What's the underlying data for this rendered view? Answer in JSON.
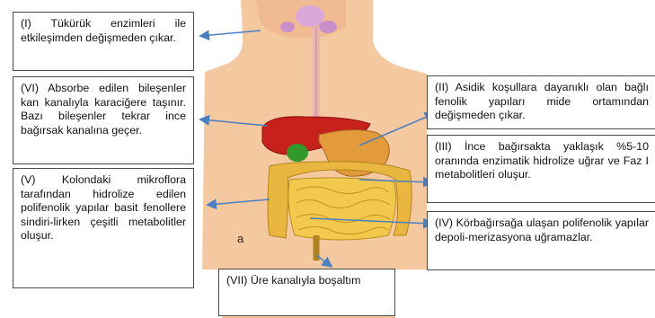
{
  "labels": {
    "i": "(I) Tükürük enzimleri ile etkileşimden değişmeden çıkar.",
    "vi": "(VI) Absorbe edilen bileşenler kan kanalıyla karaciğere taşınır. Bazı bileşenler tekrar ince bağırsak kanalına geçer.",
    "v": "(V) Kolondaki mikroflora tarafından hidrolize edilen polifenolik yapılar basit fenollere sindiri-lirken çeşitli metabolitler oluşur.",
    "ii": "(II) Asidik koşullara dayanıklı olan bağlı fenolik yapıları mide ortamından değişmeden çıkar.",
    "iii": "(III) İnce bağırsakta yaklaşık %5-10 oranında enzimatik hidrolize uğrar ve Faz I metabolitleri oluşur.",
    "iv": "(IV) Körbağırsağa ulaşan polifenolik yapılar depoli-merizasyona uğramazlar.",
    "vii": "(VII) Üre kanalıyla boşaltım",
    "letter": "a"
  },
  "colors": {
    "skin": "#f4c9a0",
    "liver": "#c8201b",
    "gallbladder": "#2f9a2a",
    "stomach": "#e39a3a",
    "small_intestine": "#f2c94c",
    "colon": "#e9b63f",
    "salivary": "#d9a7d8",
    "arrow": "#4a7fc1"
  }
}
